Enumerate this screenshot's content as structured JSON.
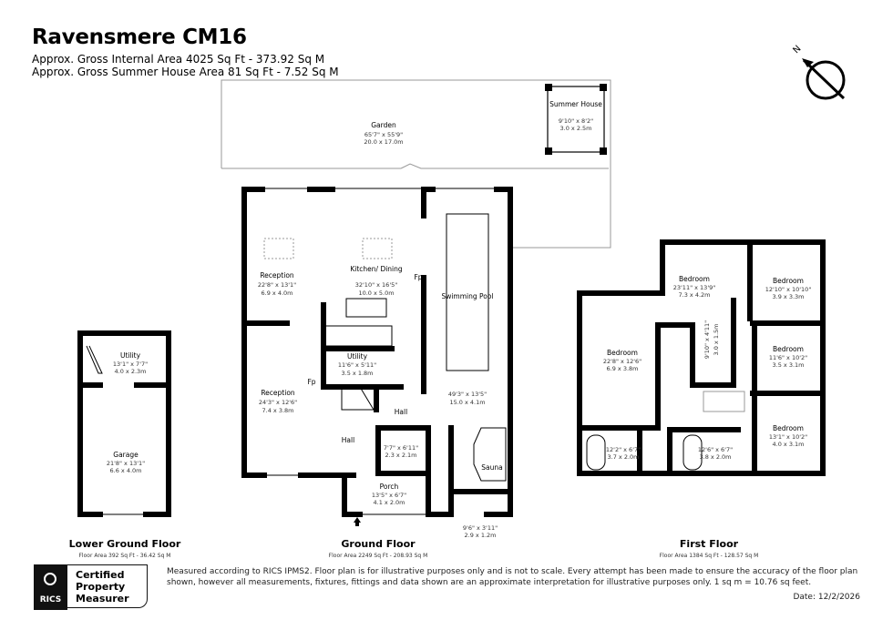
{
  "header": {
    "title": "Ravensmere CM16",
    "internal_area": "Approx. Gross Internal Area 4025 Sq Ft - 373.92 Sq M",
    "summer_house_area": "Approx. Gross Summer House Area 81 Sq Ft - 7.52 Sq M"
  },
  "compass": {
    "label": "N",
    "icon": "north-arrow-icon"
  },
  "outside": {
    "garden": {
      "name": "Garden",
      "imperial": "65'7\" x 55'9\"",
      "metric": "20.0 x 17.0m"
    },
    "summer_house": {
      "name": "Summer House",
      "imperial": "9'10\" x 8'2\"",
      "metric": "3.0 x 2.5m"
    }
  },
  "lower_ground": {
    "label": "Lower Ground Floor",
    "area": "Floor Area 392 Sq Ft - 36.42 Sq M",
    "rooms": [
      {
        "name": "Utility",
        "imperial": "13'1\" x 7'7\"",
        "metric": "4.0 x 2.3m"
      },
      {
        "name": "Garage",
        "imperial": "21'8\" x 13'1\"",
        "metric": "6.6 x 4.0m"
      }
    ]
  },
  "ground": {
    "label": "Ground Floor",
    "area": "Floor Area 2249 Sq Ft - 208.93 Sq M",
    "rooms": [
      {
        "name": "Reception",
        "imperial": "22'8\" x 13'1\"",
        "metric": "6.9 x 4.0m"
      },
      {
        "name": "Kitchen/ Dining",
        "imperial": "32'10\" x 16'5\"",
        "metric": "10.0 x 5.0m"
      },
      {
        "name": "Swimming Pool",
        "imperial": "49'3\" x 13'5\"",
        "metric": "15.0 x 4.1m"
      },
      {
        "name": "Reception",
        "imperial": "24'3\" x 12'6\"",
        "metric": "7.4 x 3.8m"
      },
      {
        "name": "Utility",
        "imperial": "11'6\" x 5'11\"",
        "metric": "3.5 x 1.8m"
      },
      {
        "name": "Hall",
        "imperial": "",
        "metric": ""
      },
      {
        "name": "Hall",
        "imperial": "",
        "metric": ""
      },
      {
        "name": "",
        "imperial": "7'7\" x 6'11\"",
        "metric": "2.3 x 2.1m"
      },
      {
        "name": "Porch",
        "imperial": "13'5\" x 6'7\"",
        "metric": "4.1 x 2.0m"
      },
      {
        "name": "Sauna",
        "imperial": "",
        "metric": ""
      },
      {
        "name": "",
        "imperial": "9'6\" x 3'11\"",
        "metric": "2.9 x 1.2m"
      }
    ],
    "fp_label": "Fp"
  },
  "first": {
    "label": "First Floor",
    "area": "Floor Area 1384 Sq Ft - 128.57 Sq M",
    "rooms": [
      {
        "name": "Bedroom",
        "imperial": "23'11\" x 13'9\"",
        "metric": "7.3 x 4.2m"
      },
      {
        "name": "Bedroom",
        "imperial": "12'10\" x 10'10\"",
        "metric": "3.9 x 3.3m"
      },
      {
        "name": "Bedroom",
        "imperial": "22'8\" x 12'6\"",
        "metric": "6.9 x 3.8m"
      },
      {
        "name": "Bedroom",
        "imperial": "11'6\" x 10'2\"",
        "metric": "3.5 x 3.1m"
      },
      {
        "name": "Bedroom",
        "imperial": "13'1\" x 10'2\"",
        "metric": "4.0 x 3.1m"
      },
      {
        "name": "",
        "imperial": "9'10\" x 4'11\"",
        "metric": "3.0 x 1.5m"
      },
      {
        "name": "",
        "imperial": "12'2\" x 6'7\"",
        "metric": "3.7 x 2.0m"
      },
      {
        "name": "",
        "imperial": "12'6\" x 6'7\"",
        "metric": "3.8 x 2.0m"
      }
    ]
  },
  "footer": {
    "badge": {
      "line1": "Certified",
      "line2": "Property",
      "line3": "Measurer",
      "logo_text": "RICS"
    },
    "disclaimer": "Measured according to RICS IPMS2. Floor plan is for illustrative purposes only and is not to scale. Every attempt has been made to ensure the accuracy of the floor plan shown, however all measurements, fixtures, fittings and data shown are an approximate interpretation for illustrative purposes only. 1 sq m = 10.76 sq feet.",
    "date": "Date: 12/2/2026"
  }
}
